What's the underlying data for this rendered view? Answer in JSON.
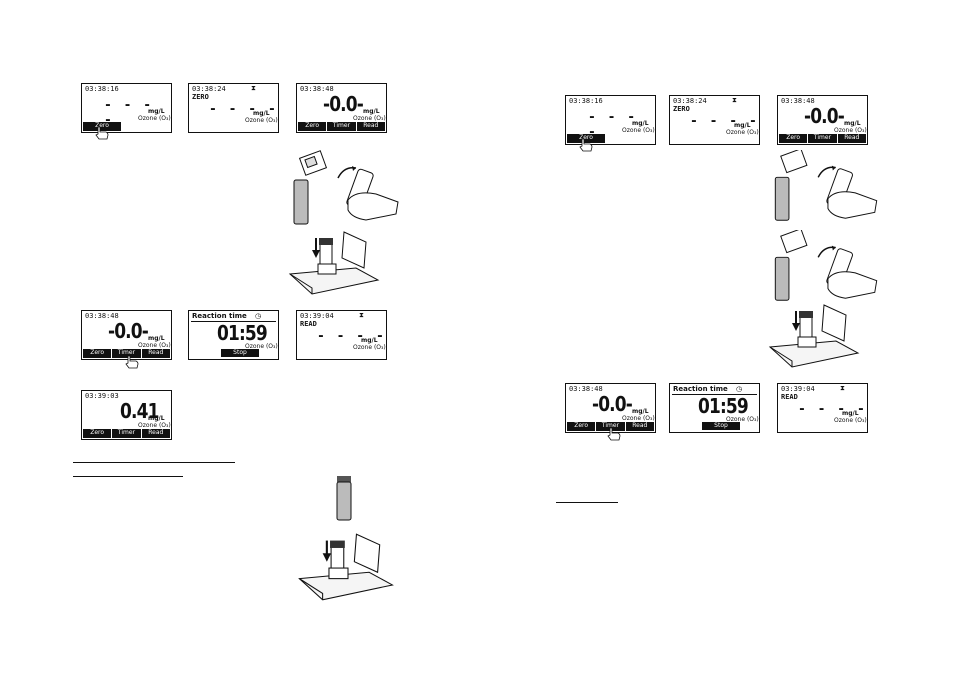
{
  "screens": {
    "t_zero": "03:38:16",
    "t_zeroing": "03:38:24",
    "t_result0": "03:38:48",
    "t_read": "03:39:04",
    "t_final": "03:39:03",
    "zero_label": "ZERO",
    "read_label": "READ",
    "dashes": "- - - -",
    "unit": "mg/L",
    "param": "Ozone (O₃)",
    "val_zero": "-0.0-",
    "val_final": "0.41",
    "reaction_title": "Reaction time",
    "countdown": "01:59",
    "key_zero": "Zero",
    "key_timer": "Timer",
    "key_read": "Read",
    "key_stop": "Stop"
  },
  "icons": {
    "hourglass": "⧗",
    "clock": "◷"
  }
}
